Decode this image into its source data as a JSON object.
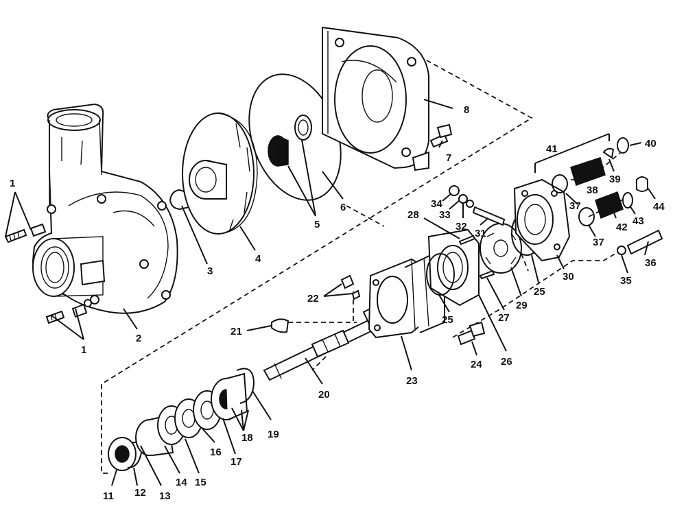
{
  "callouts": {
    "c1a": "1",
    "c1b": "1",
    "c2": "2",
    "c3": "3",
    "c4": "4",
    "c5": "5",
    "c6": "6",
    "c7": "7",
    "c8": "8",
    "c11": "11",
    "c12": "12",
    "c13": "13",
    "c14": "14",
    "c15": "15",
    "c16": "16",
    "c17": "17",
    "c18": "18",
    "c19": "19",
    "c20": "20",
    "c21": "21",
    "c22": "22",
    "c23": "23",
    "c24": "24",
    "c25a": "25",
    "c25b": "25",
    "c26": "26",
    "c27": "27",
    "c28": "28",
    "c29": "29",
    "c30": "30",
    "c31": "31",
    "c32": "32",
    "c33": "33",
    "c34": "34",
    "c35": "35",
    "c36": "36",
    "c37a": "37",
    "c37b": "37",
    "c38": "38",
    "c39": "39",
    "c40": "40",
    "c41": "41",
    "c42": "42",
    "c43": "43",
    "c44": "44"
  }
}
